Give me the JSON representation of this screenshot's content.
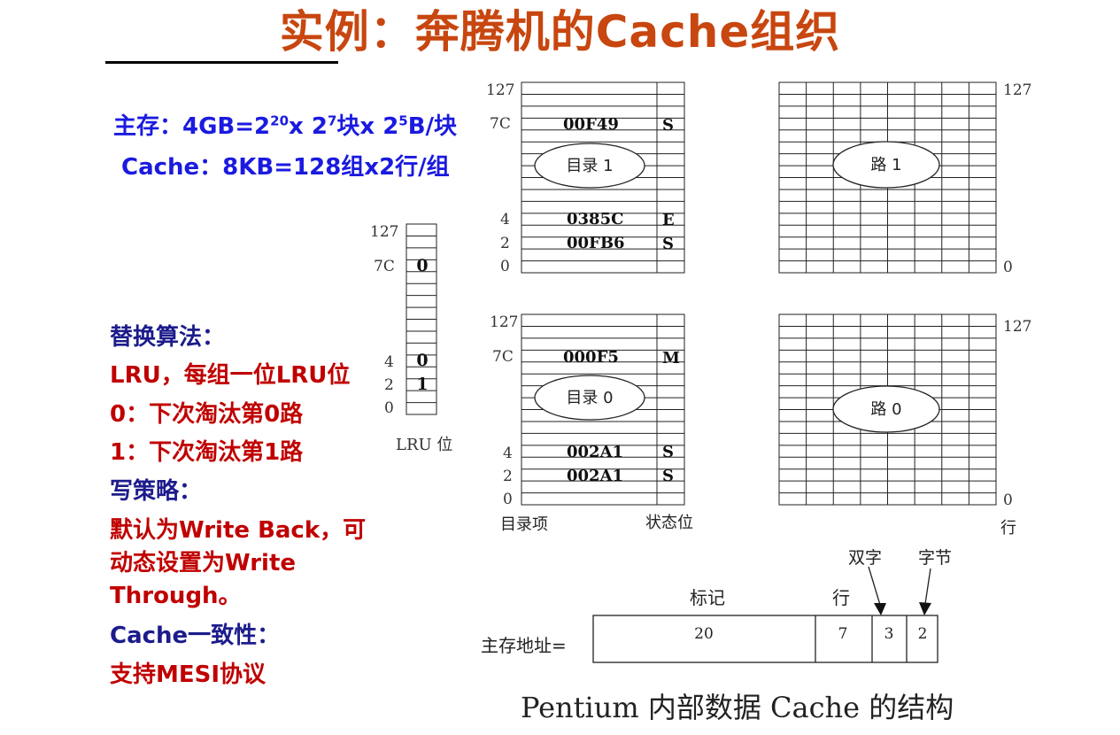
{
  "title": "实例：奔腾机的Cache组织",
  "left": {
    "main_memory_prefix": "主存：4GB=2",
    "exp20": "20",
    "main_memory_mid1": "x 2",
    "exp7": "7",
    "main_memory_mid2": "块x 2",
    "exp5": "5",
    "main_memory_suffix": "B/块",
    "cache_line": "Cache：8KB=128组x2行/组",
    "replace_heading": "替换算法：",
    "lru_line": "LRU，每组一位LRU位",
    "zero_line": "0：下次淘汰第0路",
    "one_line": "1：下次淘汰第1路",
    "write_heading": "写策略：",
    "write_1": "默认为Write Back，可",
    "write_2": "动态设置为Write",
    "write_3": "Through。",
    "coherence_heading": "Cache一致性：",
    "coherence_value": "支持MESI协议"
  },
  "lru": {
    "row_127": "127",
    "row_7c": "7C",
    "row_4": "4",
    "row_2": "2",
    "row_0": "0",
    "bit_7c": "0",
    "bit_4": "0",
    "bit_2": "1",
    "label": "LRU 位"
  },
  "dir1": {
    "row_127": "127",
    "row_7c": "7C",
    "row_4": "4",
    "row_2": "2",
    "row_0": "0",
    "tag_7c": "00F49",
    "state_7c": "S",
    "tag_4": "0385C",
    "state_4": "E",
    "tag_2": "00FB6",
    "state_2": "S",
    "label": "目录 1"
  },
  "dir0": {
    "row_127": "127",
    "row_7c": "7C",
    "row_4": "4",
    "row_2": "2",
    "row_0": "0",
    "tag_7c": "000F5",
    "state_7c": "M",
    "tag_4": "002A1",
    "state_4": "S",
    "tag_2": "002A1",
    "state_2": "S",
    "label": "目录 0",
    "col_entry": "目录项",
    "col_state": "状态位"
  },
  "way1": {
    "label": "路 1",
    "top": "127",
    "bottom": "0"
  },
  "way0": {
    "label": "路 0",
    "top": "127",
    "bottom": "0",
    "row_label": "行"
  },
  "address": {
    "label": "主存地址=",
    "tag_title": "标记",
    "line_title": "行",
    "dword_title": "双字",
    "byte_title": "字节",
    "tag_bits": "20",
    "line_bits": "7",
    "dword_bits": "3",
    "byte_bits": "2"
  },
  "caption": "Pentium 内部数据 Cache 的结构"
}
